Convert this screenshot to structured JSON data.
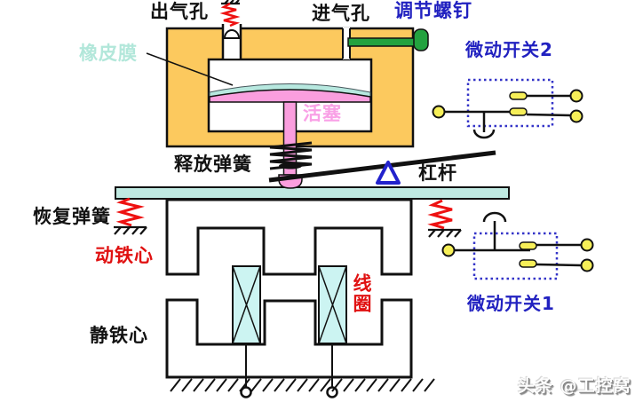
{
  "diagram": {
    "labels": {
      "air_outlet": "出气孔",
      "air_inlet": "进气孔",
      "adjusting_screw": "调节螺钉",
      "rubber_membrane": "橡皮膜",
      "piston": "活塞",
      "release_spring": "释放弹簧",
      "lever": "杠杆",
      "micro_switch_2": "微动开关2",
      "micro_switch_1": "微动开关1",
      "return_spring": "恢复弹簧",
      "moving_core": "动铁心",
      "coil": "线圈",
      "static_core": "静铁心"
    },
    "watermark": "头条 @工控窝",
    "colors": {
      "housing_tan": "#fcc95e",
      "membrane_cyan": "#b7e8df",
      "piston_pink": "#fa9ede",
      "plate_cyan": "#bfe9e1",
      "coil_fill": "#ccf4f2",
      "screw_green": "#23a23f",
      "spring_red": "#ee1111",
      "contact_yellow": "#f6ef58",
      "label_blue": "#2121c0",
      "label_red": "#e01111",
      "fulcrum_blue": "#2222cc"
    }
  }
}
